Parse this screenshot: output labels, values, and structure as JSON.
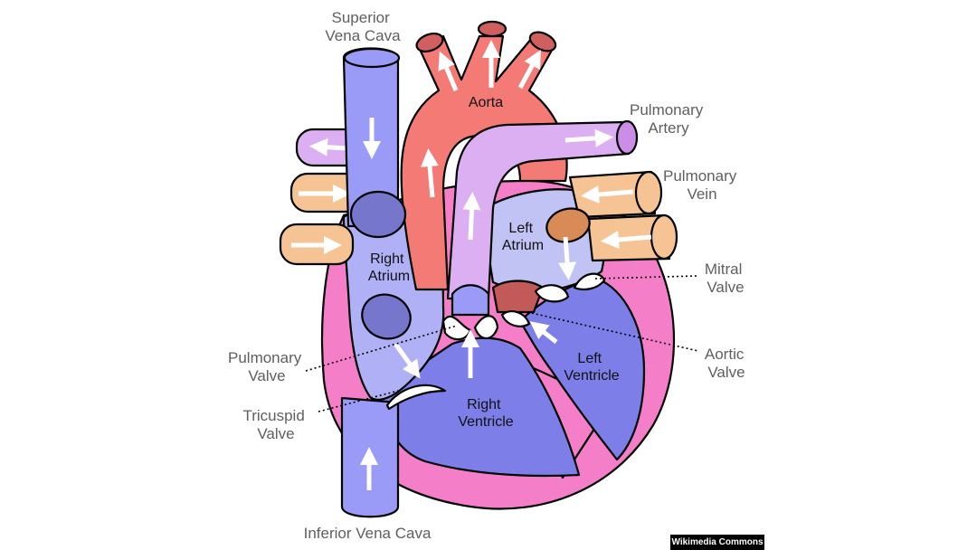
{
  "labels": {
    "superior_vena_cava": [
      "Superior",
      "Vena Cava"
    ],
    "aorta": "Aorta",
    "pulmonary_artery": [
      "Pulmonary",
      "Artery"
    ],
    "pulmonary_vein": [
      "Pulmonary",
      "Vein"
    ],
    "left_atrium": [
      "Left",
      "Atrium"
    ],
    "right_atrium": [
      "Right",
      "Atrium"
    ],
    "mitral_valve": [
      "Mitral",
      "Valve"
    ],
    "aortic_valve": [
      "Aortic",
      "Valve"
    ],
    "pulmonary_valve": [
      "Pulmonary",
      "Valve"
    ],
    "tricuspid_valve": [
      "Tricuspid",
      "Valve"
    ],
    "right_ventricle": [
      "Right",
      "Ventricle"
    ],
    "left_ventricle": [
      "Left",
      "Ventricle"
    ],
    "inferior_vena_cava": "Inferior Vena Cava"
  },
  "credit": "Wikimedia Commons",
  "colors": {
    "vena_cava": "#9a9af7",
    "aorta": "#f47a76",
    "pulmonary_artery": "#dcaef2",
    "pulmonary_vein": "#f6c394",
    "heart_wall": "#f57ec8",
    "right_atrium": "#b0b0f6",
    "ventricle": "#7d7ee8",
    "left_atrium_fill": "#c1c3f4",
    "valve_dark": "#7676cc",
    "vein_opening": "#d88a57"
  }
}
